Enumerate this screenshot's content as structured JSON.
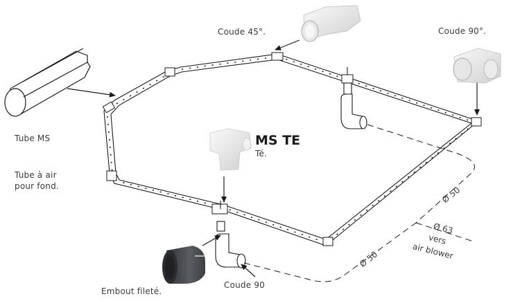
{
  "labels": {
    "coude_45": "Coude 45°.",
    "coude_90_top": "Coude 90°.",
    "tube_ms": "Tube MS",
    "tube_air_line1": "Tube à air",
    "tube_air_line2": "pour fond.",
    "ms_te_title": "MS TE",
    "ms_te_sub": "Té.",
    "embout": "Embout fileté.",
    "coude_90_bottom": "Coude 90",
    "dia_50_right": "Ø 50",
    "dia_50_bottom": "Ø 50",
    "dia_63": "Ø 63",
    "vers": "vers",
    "air_blower": "air blower"
  },
  "colors": {
    "line": "#1a1a1a",
    "fitting_white": "#ececec",
    "fitting_shadow": "#c8c8c8",
    "embout_dark": "#4a4d52",
    "text": "#3a3a3a"
  }
}
